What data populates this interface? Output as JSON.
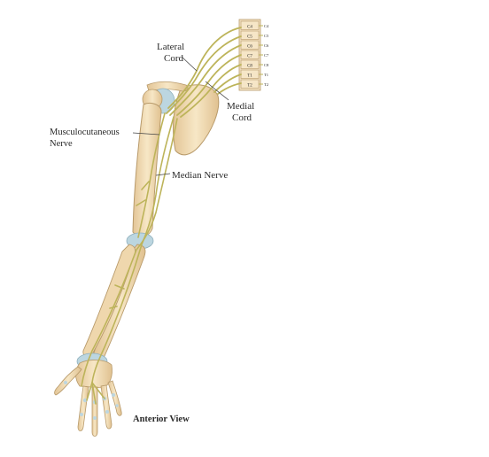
{
  "labels": {
    "lateral_cord_1": "Lateral",
    "lateral_cord_2": "Cord",
    "medial_cord_1": "Medial",
    "medial_cord_2": "Cord",
    "musculocutaneous_1": "Musculocutaneous",
    "musculocutaneous_2": "Nerve",
    "median_nerve": "Median Nerve",
    "view": "Anterior View"
  },
  "vertebrae": [
    "C4",
    "C5",
    "C6",
    "C7",
    "C8",
    "T1",
    "T2"
  ],
  "colors": {
    "bone": "#f1ddb8",
    "bone_edge": "#b89a6a",
    "nerve": "#bdb45a",
    "joint": "#bcd6e0",
    "leader": "#444444"
  }
}
